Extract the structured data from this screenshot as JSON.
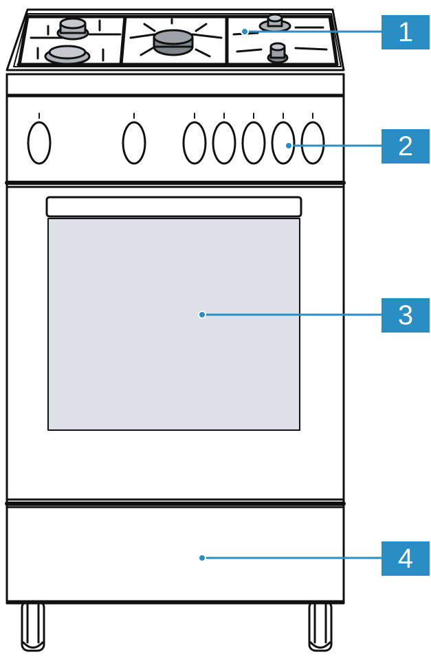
{
  "accent_color": "#2a8dc4",
  "glass_color": "#dde0e6",
  "outline_color": "#111111",
  "callouts": [
    {
      "number": "1",
      "part": "cooktop-hob"
    },
    {
      "number": "2",
      "part": "control-knobs"
    },
    {
      "number": "3",
      "part": "oven-door-window"
    },
    {
      "number": "4",
      "part": "storage-drawer"
    }
  ],
  "icons": [
    "gas-burner-icon",
    "control-knob-icon",
    "callout-dot-icon"
  ]
}
